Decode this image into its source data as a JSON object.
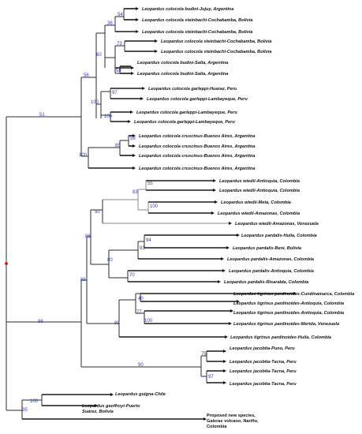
{
  "tips": [
    {
      "id": "t1",
      "text": "Leopardus colocola budini-Jujuy, Argentina"
    },
    {
      "id": "t2",
      "text": "Leopardus colocola steinbachi-Cochabamba, Bolivia"
    },
    {
      "id": "t3",
      "text": "Leopardus colocola steinbachi-Cochabamba, Bolivia"
    },
    {
      "id": "t4",
      "text": "Leopardus colocola steinbachi-Cochabamba, Bolivia"
    },
    {
      "id": "t5",
      "text": "Leopardus colocola steinbachi-Cochabamba, Bolivia"
    },
    {
      "id": "t6",
      "text": "Leopardus colocola budini-Salta, Argentina"
    },
    {
      "id": "t7",
      "text": "Leopardus colocola budini-Salta, Argentina"
    },
    {
      "id": "t8",
      "text": "Leopardus colocola garleppi-Huaraz, Peru"
    },
    {
      "id": "t9",
      "text": "Leopardus colocola garleppi-Lambayeque, Peru"
    },
    {
      "id": "t10",
      "text": "Leopardus colocola garleppi-Lambayeque, Peru"
    },
    {
      "id": "t11",
      "text": "Leopardus colocola garleppi-Lambayeque, Peru"
    },
    {
      "id": "t12",
      "text": "Leopardus colocola cruscinus-Buenos Aires, Argentina"
    },
    {
      "id": "t13",
      "text": "Leopardus colocola cruscinus-Buenos Aires, Argentina"
    },
    {
      "id": "t14",
      "text": "Leopardus colocola cruscinus-Buenos Aires, Argentina"
    },
    {
      "id": "t15",
      "text": "Leopardus colocola cruscinus-Buenos Aires, Argentina"
    },
    {
      "id": "t16",
      "text": "Leopardus wiedii-Antioquia, Colombia"
    },
    {
      "id": "t17",
      "text": "Leopardus wiedii-Antioquia, Colombia"
    },
    {
      "id": "t18",
      "text": "Leopardus wiedii-Meta, Colombia"
    },
    {
      "id": "t19",
      "text": "Leopardus wiedii-Amazonas, Colombia"
    },
    {
      "id": "t20",
      "text": "Leopardus wiedii-Amazonas, Venezuela"
    },
    {
      "id": "t21",
      "text": "Leopardus pardalis-Huila, Colombia"
    },
    {
      "id": "t22",
      "text": "Leopardus pardalis-Beni, Bolivia"
    },
    {
      "id": "t23",
      "text": "Leopardus pardalis-Amazonas, Colombia"
    },
    {
      "id": "t24",
      "text": "Leopardus pardalis-Antioquia, Colombia"
    },
    {
      "id": "t25",
      "text": "Leopardus pardalis-Risaralda, Colombia"
    },
    {
      "id": "t26",
      "text": "Leopardus tigrinus pardinoides-Cundinamarca, Colombia"
    },
    {
      "id": "t27",
      "text": "Leopardus tigrinus pardinoides-Antioquia, Colombia"
    },
    {
      "id": "t28",
      "text": "Leopardus tigrinus pardinoides-Antioquia, Colombia"
    },
    {
      "id": "t29",
      "text": "Leopardus tigrinus pardinoides-Merida, Venezuela"
    },
    {
      "id": "t30",
      "text": "Leopardus tigrinus pardinoides-Huila, Colombia"
    },
    {
      "id": "t31",
      "text": "Leopardus jacobita-Puno, Peru"
    },
    {
      "id": "t32",
      "text": "Leopardus jacobita-Tacna, Peru"
    },
    {
      "id": "t33",
      "text": "Leopardus jacobita-Tacna, Peru"
    },
    {
      "id": "t34",
      "text": "Leopardus jacobita-Tacna, Peru"
    },
    {
      "id": "t35",
      "text": "Leopardus guigna-Chile"
    },
    {
      "id": "t36",
      "text": "Leopardus geoffroyi-Puerto"
    },
    {
      "id": "t36b",
      "text": "Suárez, Bolivia"
    },
    {
      "id": "t37",
      "text": "Proposed new species,"
    },
    {
      "id": "t37b",
      "text": "Galeras volcano, Nariño,"
    },
    {
      "id": "t37c",
      "text": "Colombia"
    }
  ],
  "node_labels": [
    {
      "id": "n1",
      "text": "54"
    },
    {
      "id": "n2",
      "text": "36"
    },
    {
      "id": "n3",
      "text": "73"
    },
    {
      "id": "n4",
      "text": "60"
    },
    {
      "id": "n5",
      "text": "58"
    },
    {
      "id": "n6",
      "text": "56"
    },
    {
      "id": "n7",
      "text": "97"
    },
    {
      "id": "n8",
      "text": "100"
    },
    {
      "id": "n9",
      "text": "100"
    },
    {
      "id": "n10",
      "text": "51"
    },
    {
      "id": "n11",
      "text": "58"
    },
    {
      "id": "n12",
      "text": "85"
    },
    {
      "id": "n13",
      "text": "100"
    },
    {
      "id": "n14",
      "text": "55"
    },
    {
      "id": "n15",
      "text": "83"
    },
    {
      "id": "n16",
      "text": "100"
    },
    {
      "id": "n17",
      "text": "50"
    },
    {
      "id": "n18",
      "text": "86"
    },
    {
      "id": "n19",
      "text": "94"
    },
    {
      "id": "n20",
      "text": "91"
    },
    {
      "id": "n21",
      "text": "80"
    },
    {
      "id": "n22",
      "text": "70"
    },
    {
      "id": "n23",
      "text": "86"
    },
    {
      "id": "n24",
      "text": "40"
    },
    {
      "id": "n25",
      "text": "77"
    },
    {
      "id": "n26",
      "text": "100"
    },
    {
      "id": "n27",
      "text": "99"
    },
    {
      "id": "n28",
      "text": "86"
    },
    {
      "id": "n29",
      "text": "75"
    },
    {
      "id": "n30",
      "text": "90"
    },
    {
      "id": "n31",
      "text": "97"
    },
    {
      "id": "n32",
      "text": "100"
    },
    {
      "id": "n33",
      "text": "35"
    }
  ],
  "colors": {
    "branch": "#2b2b2b",
    "support": "#2a3cc4",
    "root_marker": "#d22828"
  }
}
